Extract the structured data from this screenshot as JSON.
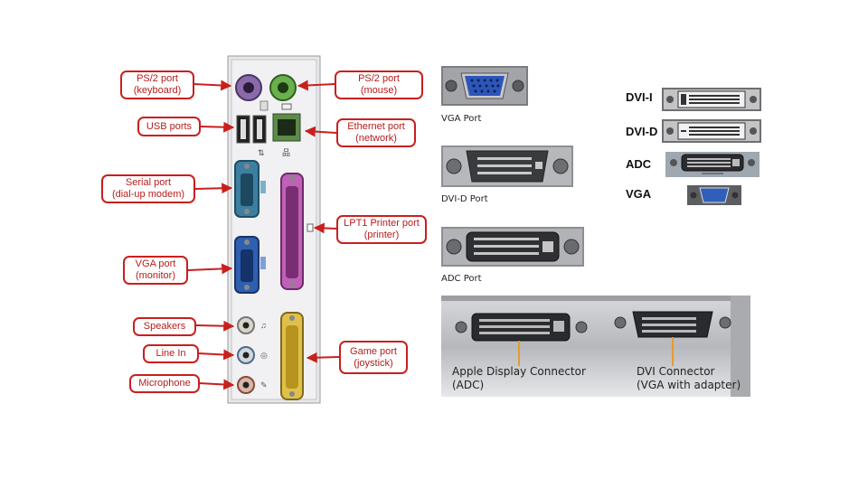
{
  "motherboard": {
    "callouts": {
      "ps2_keyboard": {
        "line1": "PS/2 port",
        "line2": "(keyboard)"
      },
      "ps2_mouse": {
        "line1": "PS/2 port",
        "line2": "(mouse)"
      },
      "usb": {
        "line1": "USB ports"
      },
      "ethernet": {
        "line1": "Ethernet port",
        "line2": "(network)"
      },
      "serial": {
        "line1": "Serial port",
        "line2": "(dial-up modem)"
      },
      "lpt1": {
        "line1": "LPT1 Printer port",
        "line2": "(printer)"
      },
      "vga": {
        "line1": "VGA port",
        "line2": "(monitor)"
      },
      "speakers": {
        "line1": "Speakers"
      },
      "line_in": {
        "line1": "Line In"
      },
      "microphone": {
        "line1": "Microphone"
      },
      "game": {
        "line1": "Game port",
        "line2": "(joystick)"
      }
    }
  },
  "port_photos": {
    "vga_caption": "VGA Port",
    "dvid_caption": "DVI-D Port",
    "adc_caption": "ADC Port"
  },
  "connector_list": {
    "items": [
      "DVI-I",
      "DVI-D",
      "ADC",
      "VGA"
    ]
  },
  "card_photo": {
    "left_line1": "Apple Display Connector",
    "left_line2": "(ADC)",
    "right_line1": "DVI Connector",
    "right_line2": "(VGA with adapter)"
  },
  "colors": {
    "callout_red": "#c8201e",
    "ps2_purple": "#8a6aa8",
    "ps2_green": "#6ab04c",
    "serial_teal": "#3d7fa0",
    "vga_blue": "#2f5fb0",
    "lpt_magenta": "#c060b8",
    "game_yellow": "#e0c04a"
  }
}
